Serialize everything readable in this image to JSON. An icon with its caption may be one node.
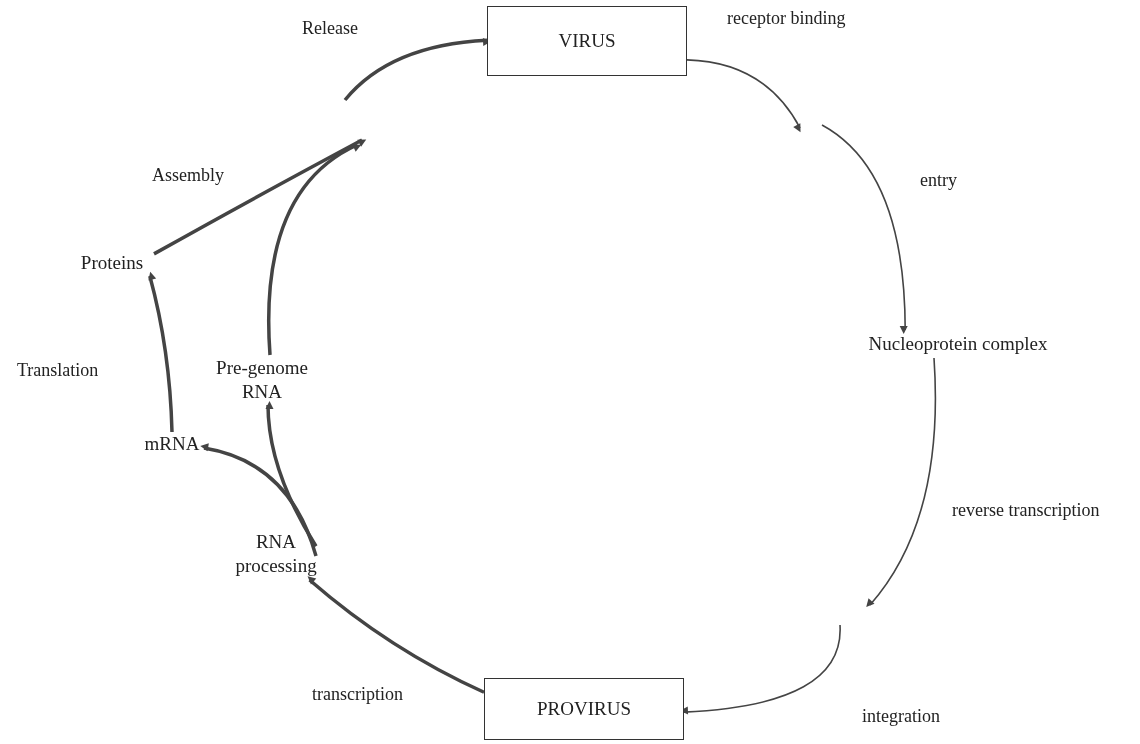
{
  "diagram": {
    "nodes": [
      {
        "text": [
          "VIRUS"
        ]
      },
      {
        "text": [
          "Nucleoprotein complex"
        ]
      },
      {
        "text": [
          "PROVIRUS"
        ]
      },
      {
        "text": [
          "mRNA"
        ]
      },
      {
        "text": [
          "Pre-genome RNA"
        ]
      },
      {
        "text": [
          "Proteins"
        ]
      },
      {
        "text": [
          "RNA processing"
        ]
      }
    ],
    "edges": [
      {
        "from": 0,
        "to": null,
        "arrow": "to",
        "label": "receptor binding"
      },
      {
        "from": null,
        "to": 1,
        "arrow": "to"
      },
      {
        "from": 1,
        "to": null,
        "arrow": "to",
        "label": "reverse transcription"
      },
      {
        "from": null,
        "to": 2,
        "arrow": "to"
      },
      {
        "from": 2,
        "to": 6,
        "arrow": "to",
        "label": "transcription"
      },
      {
        "from": 6,
        "to": 3,
        "arrow": "to"
      },
      {
        "from": 6,
        "to": 4,
        "arrow": "to"
      },
      {
        "from": 3,
        "to": 5,
        "arrow": "to",
        "label": "Translation"
      },
      {
        "from": 5,
        "to": null,
        "arrow": "to",
        "label": "Assembly"
      },
      {
        "from": 4,
        "to": null,
        "arrow": "to"
      },
      {
        "from": null,
        "to": 0,
        "arrow": "to",
        "label": "Release"
      }
    ],
    "labels": [
      "entry",
      "integration"
    ]
  }
}
